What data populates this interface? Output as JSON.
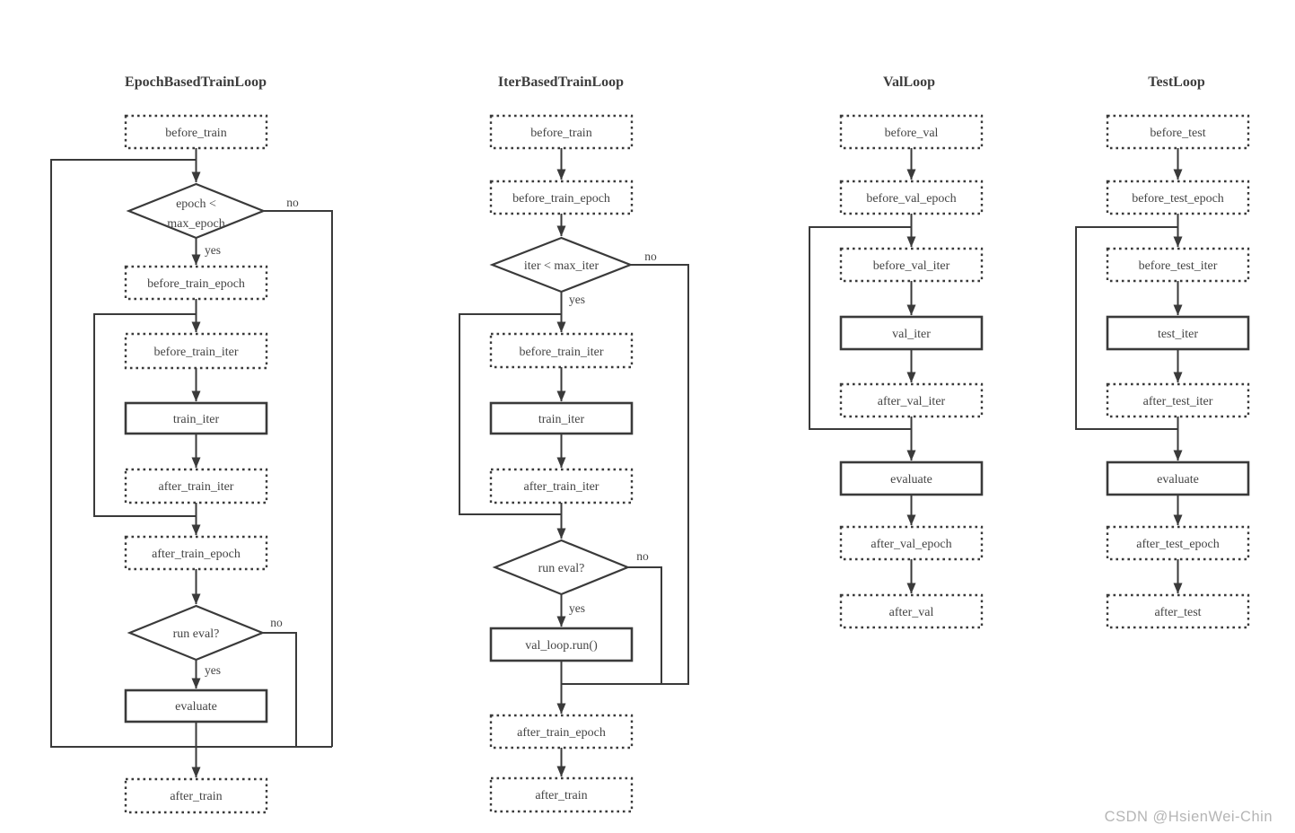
{
  "watermark": {
    "text": "CSDN @HsienWei-Chin",
    "color": "#b5b5b5"
  },
  "diagram": {
    "line_color": "#3a3a3a",
    "text_color": "#444444",
    "background": "#ffffff",
    "charts": [
      {
        "title": "EpochBasedTrainLoop",
        "nodes": {
          "before_train": "before_train",
          "before_train_epoch": "before_train_epoch",
          "before_train_iter": "before_train_iter",
          "train_iter": "train_iter",
          "after_train_iter": "after_train_iter",
          "after_train_epoch": "after_train_epoch",
          "evaluate": "evaluate",
          "after_train": "after_train"
        },
        "decisions": {
          "epoch_check_line1": "epoch <",
          "epoch_check_line2": "max_epoch",
          "run_eval": "run eval?"
        },
        "branch_labels": {
          "yes": "yes",
          "no": "no"
        }
      },
      {
        "title": "IterBasedTrainLoop",
        "nodes": {
          "before_train": "before_train",
          "before_train_epoch": "before_train_epoch",
          "before_train_iter": "before_train_iter",
          "train_iter": "train_iter",
          "after_train_iter": "after_train_iter",
          "val_loop_run": "val_loop.run()",
          "after_train_epoch": "after_train_epoch",
          "after_train": "after_train"
        },
        "decisions": {
          "iter_check": "iter < max_iter",
          "run_eval": "run eval?"
        },
        "branch_labels": {
          "yes": "yes",
          "no": "no"
        }
      },
      {
        "title": "ValLoop",
        "nodes": {
          "before_val": "before_val",
          "before_val_epoch": "before_val_epoch",
          "before_val_iter": "before_val_iter",
          "val_iter": "val_iter",
          "after_val_iter": "after_val_iter",
          "evaluate": "evaluate",
          "after_val_epoch": "after_val_epoch",
          "after_val": "after_val"
        }
      },
      {
        "title": "TestLoop",
        "nodes": {
          "before_test": "before_test",
          "before_test_epoch": "before_test_epoch",
          "before_test_iter": "before_test_iter",
          "test_iter": "test_iter",
          "after_test_iter": "after_test_iter",
          "evaluate": "evaluate",
          "after_test_epoch": "after_test_epoch",
          "after_test": "after_test"
        }
      }
    ]
  }
}
